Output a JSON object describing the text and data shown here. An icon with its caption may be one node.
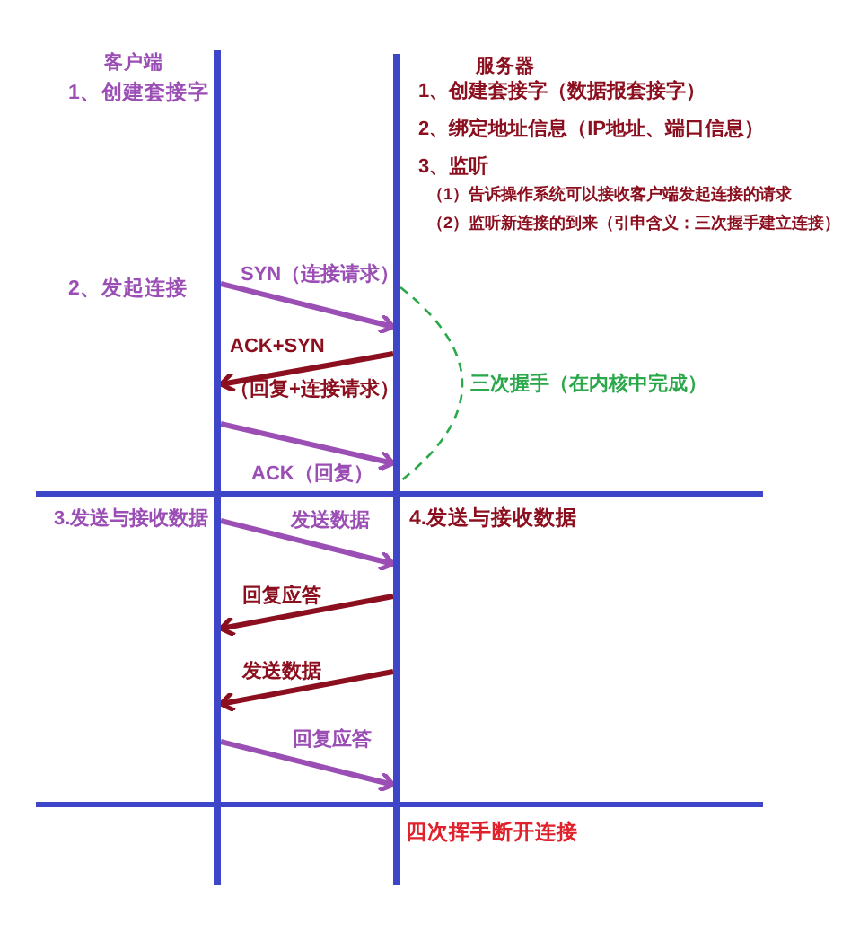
{
  "diagram": {
    "nodes": [
      {
        "text": [
          "客户端"
        ]
      },
      {
        "text": [
          "服务器"
        ]
      }
    ],
    "edges": [
      {
        "from": 0,
        "to": 1,
        "arrow": "to",
        "label": "SYN（连接请求）"
      },
      {
        "from": 1,
        "to": 0,
        "arrow": "to",
        "label": "ACK+SYN （回复+连接请求）",
        "color": "#8b0f1e"
      },
      {
        "from": 0,
        "to": 1,
        "arrow": "to",
        "label": "ACK（回复）"
      },
      {
        "from": 0,
        "to": 1,
        "arrow": "to",
        "label": "发送数据"
      },
      {
        "from": 1,
        "to": 0,
        "arrow": "to",
        "label": "回复应答",
        "color": "#8b0f1e"
      },
      {
        "from": 1,
        "to": 0,
        "arrow": "to",
        "label": "发送数据",
        "color": "#8b0f1e"
      },
      {
        "from": 0,
        "to": 1,
        "arrow": "to",
        "label": "回复应答"
      }
    ],
    "labels": [
      "1、创建套接字",
      "1、创建套接字（数据报套接字）",
      "2、绑定地址信息（IP地址、端口信息）",
      "3、监听",
      "（1）告诉操作系统可以接收客户端发起连接的请求",
      "（2）监听新连接的到来（引申含义：三次握手建立连接）",
      "2、发起连接",
      "三次握手（在内核中完成）",
      "3.发送与接收数据",
      "4.发送与接收数据",
      "四次挥手断开连接"
    ]
  }
}
